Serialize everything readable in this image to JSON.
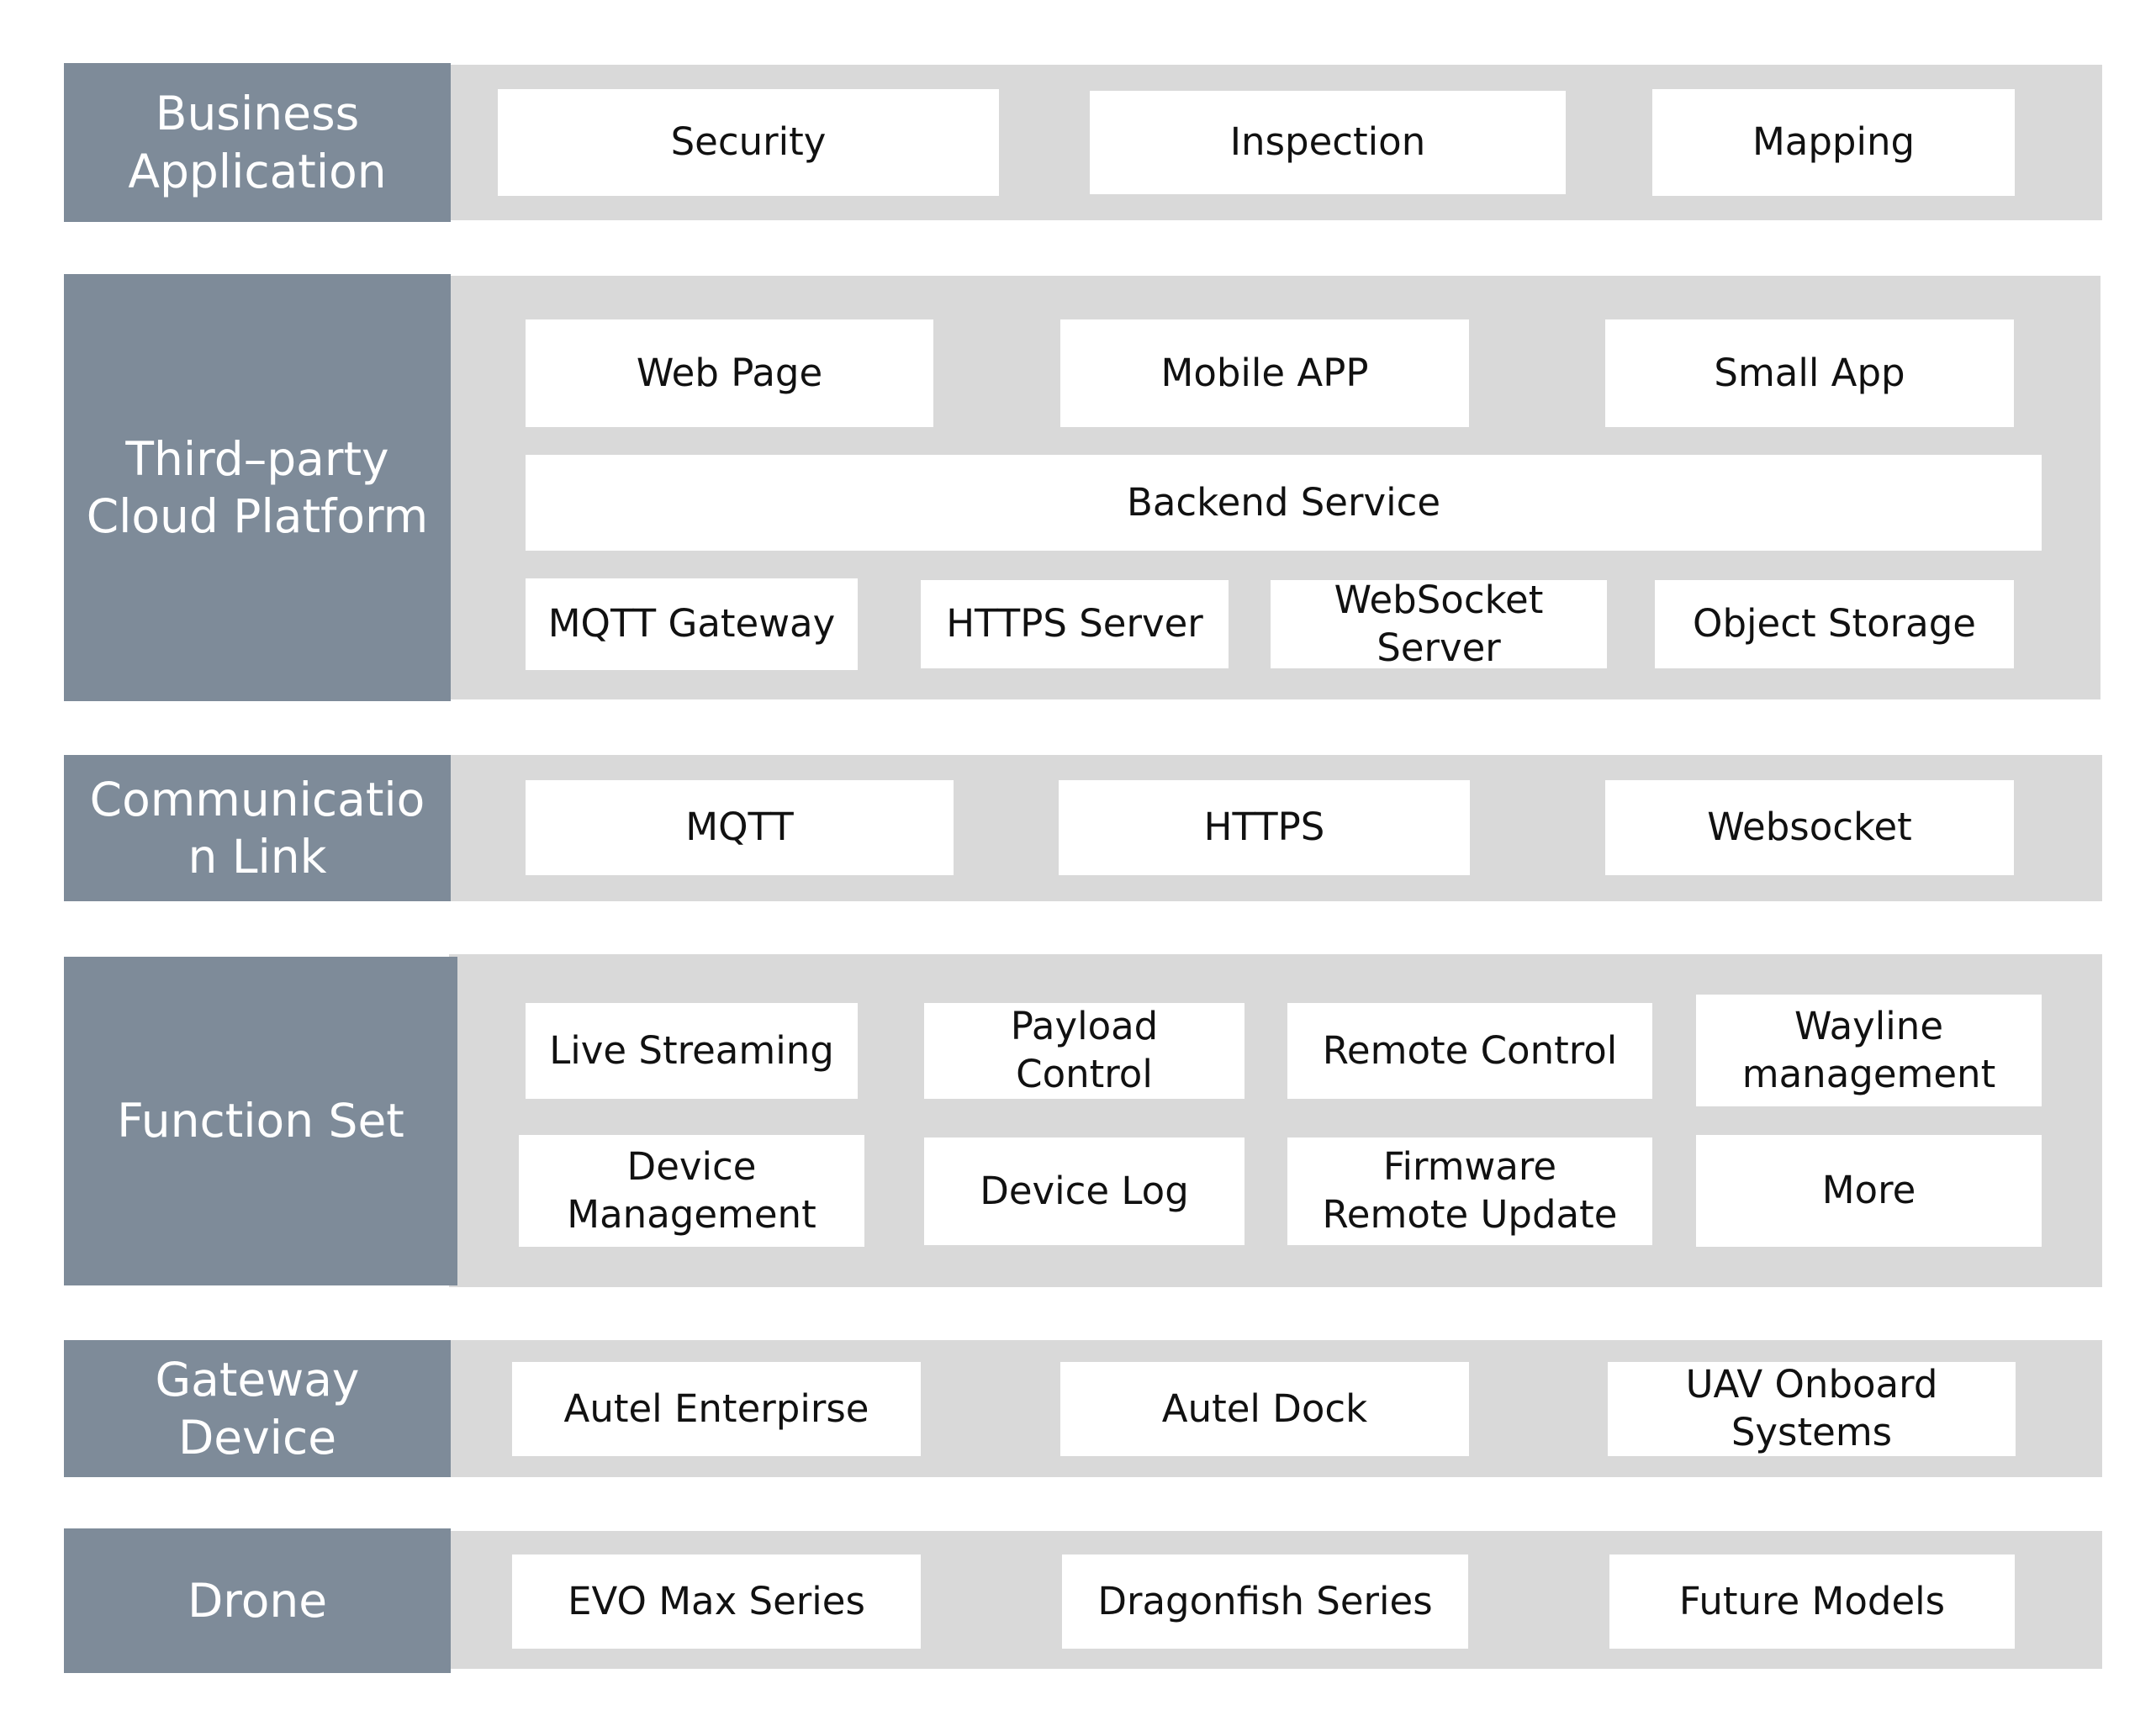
{
  "layers": [
    {
      "label": "Business\nApplication",
      "items": [
        "Security",
        "Inspection",
        "Mapping"
      ]
    },
    {
      "label": "Third–party\nCloud Platform",
      "items": [
        "Web Page",
        "Mobile APP",
        "Small App",
        "Backend Service",
        "MQTT Gateway",
        "HTTPS Server",
        "WebSocket\nServer",
        "Object Storage"
      ]
    },
    {
      "label": "Communicatio\nn Link",
      "items": [
        "MQTT",
        "HTTPS",
        "Websocket"
      ]
    },
    {
      "label": "Function Set",
      "items": [
        "Live Streaming",
        "Payload\nControl",
        "Remote Control",
        "Wayline\nmanagement",
        "Device\nManagement",
        "Device Log",
        "Firmware\nRemote Update",
        "More"
      ]
    },
    {
      "label": "Gateway\nDevice",
      "items": [
        "Autel Enterpirse",
        "Autel Dock",
        "UAV Onboard\nSystems"
      ]
    },
    {
      "label": "Drone",
      "items": [
        "EVO Max Series",
        "Dragonfish Series",
        "Future Models"
      ]
    }
  ]
}
